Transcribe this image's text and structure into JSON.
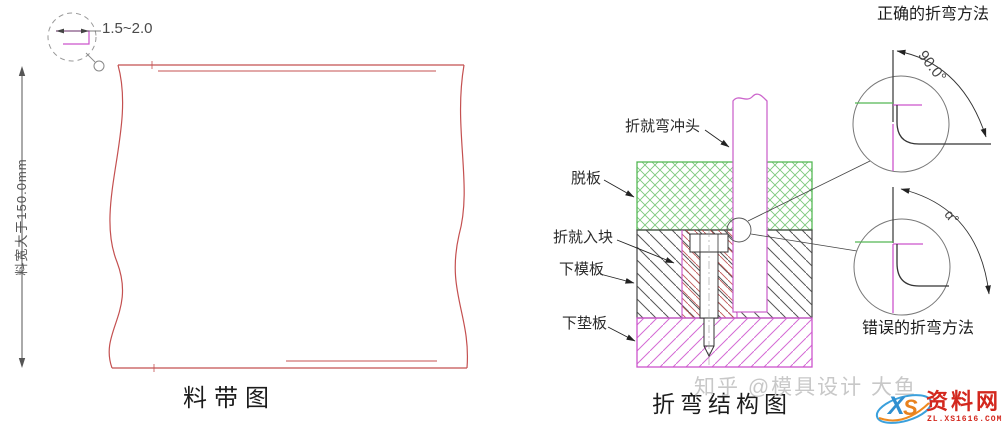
{
  "colors": {
    "strip_outline": "#c45050",
    "magenta": "#cc55cc",
    "green": "#55b855",
    "hatch_dark": "#565656",
    "hatch_red": "#c05858",
    "dim_line": "#555555",
    "watermark_gray": "#c8c8c8",
    "logo_red": "#d3281e",
    "logo_blue": "#2f8fd0",
    "logo_orange": "#e8821e"
  },
  "strip_diagram": {
    "caption": "料带图",
    "width_dimension": "料宽大于150.0mm",
    "thickness_dimension": "1.5~2.0"
  },
  "section_diagram": {
    "caption": "折弯结构图",
    "labels": {
      "punch": "折就弯冲头",
      "stripper": "脱板",
      "insert": "折就入块",
      "lower_die": "下模板",
      "backing": "下垫板"
    }
  },
  "details": {
    "correct": {
      "title": "正确的折弯方法",
      "angle": "90.0°"
    },
    "wrong": {
      "title": "错误的折弯方法",
      "angle": "α°"
    }
  },
  "watermark": {
    "text": "知乎 @模具设计 大鱼"
  },
  "logo": {
    "x": "X",
    "s": "S",
    "name": "资料网",
    "url": "ZL.XS1616.COM"
  }
}
